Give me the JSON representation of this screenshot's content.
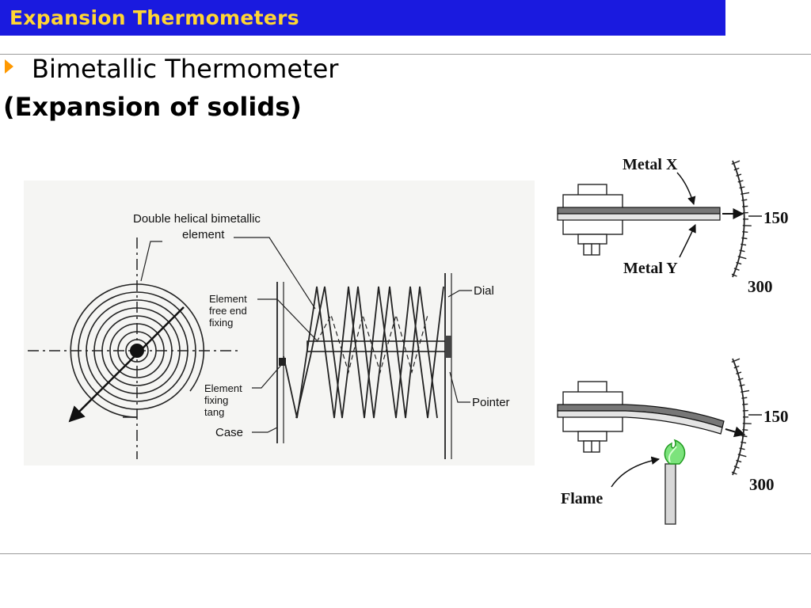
{
  "header": {
    "title": "Expansion Thermometers"
  },
  "content": {
    "bullet": "Bimetallic Thermometer",
    "subheading": "(Expansion of solids)"
  },
  "figure_left": {
    "label_element_1": "Double helical bimetallic",
    "label_element_2": "element",
    "label_free_1": "Element",
    "label_free_2": "free end",
    "label_free_3": "fixing",
    "label_fixing_1": "Element",
    "label_fixing_2": "fixing",
    "label_fixing_3": "tang",
    "label_case": "Case",
    "label_dial": "Dial",
    "label_pointer": "Pointer"
  },
  "figure_right_top": {
    "metal_x": "Metal X",
    "metal_y": "Metal Y",
    "scale_150": "150",
    "scale_300": "300"
  },
  "figure_right_bottom": {
    "flame": "Flame",
    "scale_150": "150",
    "scale_300": "300"
  }
}
